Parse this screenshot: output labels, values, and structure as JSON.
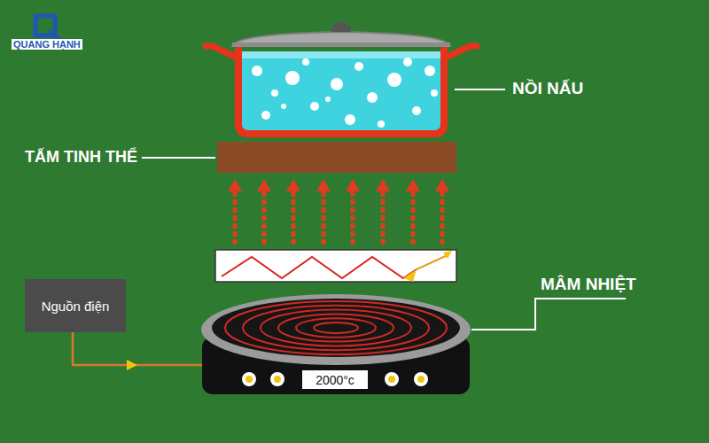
{
  "diagram": {
    "nodes": [
      {
        "text": [
          "Nguồn điện"
        ]
      },
      {
        "text": [
          "2000°c"
        ]
      }
    ],
    "labels": [
      "QUANG HẠNH",
      "NỒI NẤU",
      "TẤM TINH THỂ",
      "MÂM NHIỆT"
    ]
  }
}
